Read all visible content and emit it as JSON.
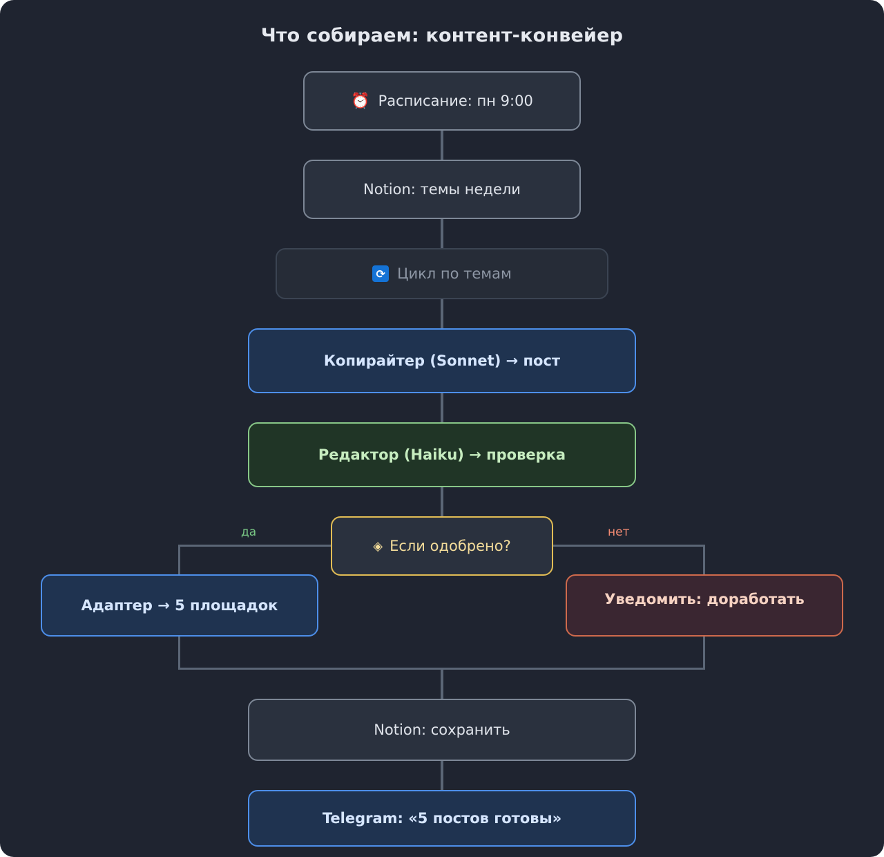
{
  "title": "Что собираем: контент-конвейер",
  "nodes": {
    "schedule": {
      "icon": "alarm-clock-icon",
      "label": "Расписание: пн 9:00"
    },
    "notion_topics": {
      "label": "Notion: темы недели"
    },
    "loop": {
      "icon": "repeat-icon",
      "label": "Цикл по темам"
    },
    "copywriter": {
      "label": "Копирайтер (Sonnet) → пост"
    },
    "editor": {
      "label": "Редактор (Haiku) → проверка"
    },
    "condition": {
      "icon": "diamond-icon",
      "label": "Если одобрено?"
    },
    "adapter": {
      "label": "Адаптер → 5 площадок"
    },
    "notify": {
      "label": "Уведомить: доработать"
    },
    "notion_save": {
      "label": "Notion: сохранить"
    },
    "telegram": {
      "label": "Telegram: «5 постов готовы»"
    }
  },
  "branches": {
    "yes": "да",
    "no": "нет"
  },
  "colors": {
    "background": "#1f2430",
    "connector": "#5b6676",
    "blue_accent": "#4d8fea",
    "green_accent": "#88c788",
    "yellow_accent": "#e2bd55",
    "red_accent": "#cf6a4c"
  }
}
